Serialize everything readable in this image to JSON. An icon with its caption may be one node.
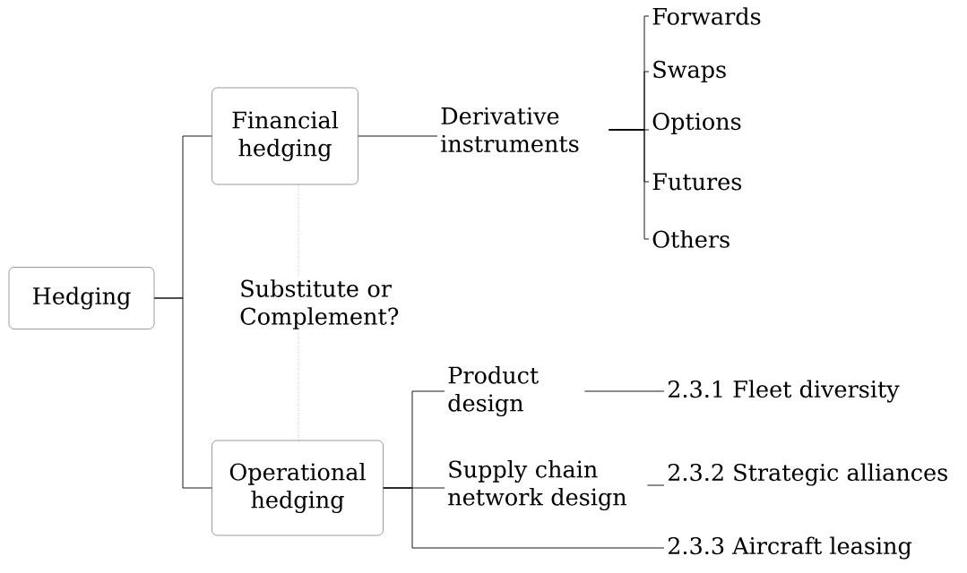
{
  "diagram": {
    "nodes": [
      {
        "text": [
          "Hedging"
        ]
      },
      {
        "text": [
          "Financial hedging"
        ]
      },
      {
        "text": [
          "Operational hedging"
        ]
      },
      {
        "text": [
          "Derivative instruments"
        ]
      },
      {
        "text": [
          "Forwards"
        ]
      },
      {
        "text": [
          "Swaps"
        ]
      },
      {
        "text": [
          "Options"
        ]
      },
      {
        "text": [
          "Futures"
        ]
      },
      {
        "text": [
          "Others"
        ]
      },
      {
        "text": [
          "Product design"
        ]
      },
      {
        "text": [
          "Supply chain network design"
        ]
      },
      {
        "text": [
          "2.3.1 Fleet diversity"
        ]
      },
      {
        "text": [
          "2.3.2 Strategic alliances"
        ]
      },
      {
        "text": [
          "2.3.3 Aircraft leasing"
        ]
      },
      {
        "text": [
          "Substitute or Complement?"
        ]
      }
    ],
    "edges": [
      {
        "from": 0,
        "to": 1,
        "arrow": "none"
      },
      {
        "from": 0,
        "to": 2,
        "arrow": "none"
      },
      {
        "from": 1,
        "to": 3,
        "arrow": "none"
      },
      {
        "from": 3,
        "to": 4,
        "arrow": "none"
      },
      {
        "from": 3,
        "to": 5,
        "arrow": "none"
      },
      {
        "from": 3,
        "to": 6,
        "arrow": "none"
      },
      {
        "from": 3,
        "to": 7,
        "arrow": "none"
      },
      {
        "from": 3,
        "to": 8,
        "arrow": "none"
      },
      {
        "from": 2,
        "to": 9,
        "arrow": "none"
      },
      {
        "from": 2,
        "to": 10,
        "arrow": "none"
      },
      {
        "from": 2,
        "to": 13,
        "arrow": "none"
      },
      {
        "from": 9,
        "to": 11,
        "arrow": "none"
      },
      {
        "from": 10,
        "to": 12,
        "arrow": "none"
      },
      {
        "from": 1,
        "to": 14,
        "arrow": "none",
        "style": "dashed"
      },
      {
        "from": 14,
        "to": 2,
        "arrow": "none",
        "style": "dashed"
      }
    ]
  }
}
